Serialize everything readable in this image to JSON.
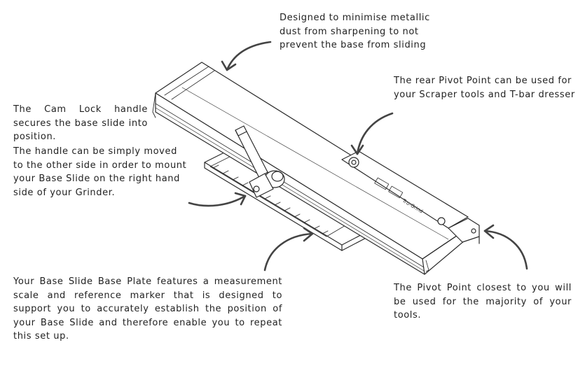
{
  "annotations": {
    "dust": "Designed to minimise metallic dust from sharpening to not prevent the base from sliding",
    "rear_pivot": "The rear Pivot Point can be used for your Scraper tools and T-bar dresser",
    "cam_lock": "The Cam Lock handle secures the base slide into position.",
    "handle_move": "The handle can be simply moved to the other side in order to mount your Base Slide on the right hand side of your Grinder.",
    "base_plate": "Your Base Slide Base Plate features a measurement scale and reference marker that is designed to support you to accurately establish the position of your Base Slide and therefore enable you to repeat this set up.",
    "front_pivot": "The Pivot Point closest to you will be used for the majority of your tools."
  },
  "device": {
    "brand_label": "Tru-Grind"
  },
  "colors": {
    "line": "#2b2b2b",
    "text": "#222222",
    "arrow": "#444444"
  }
}
